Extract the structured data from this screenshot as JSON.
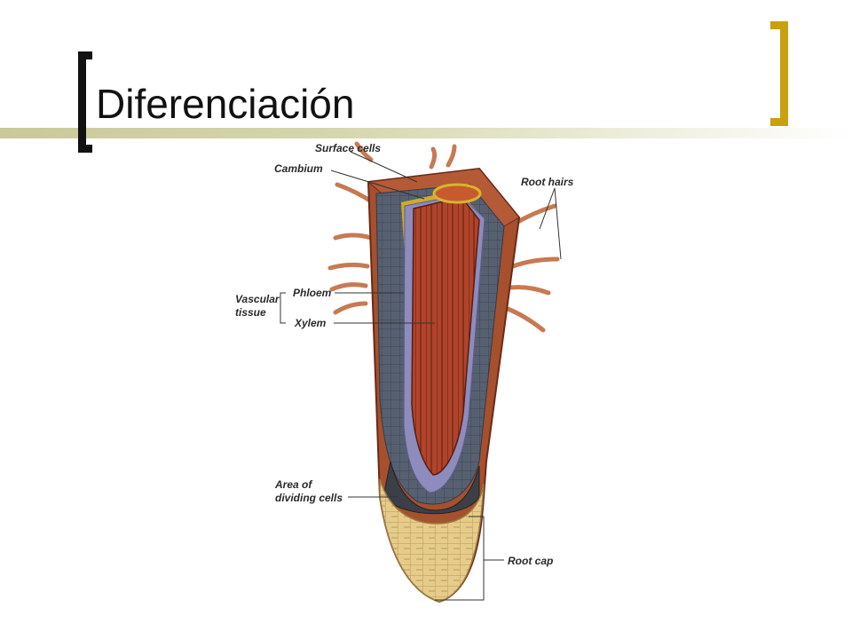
{
  "slide": {
    "title": "Diferenciación"
  },
  "diagram": {
    "labels": {
      "surface_cells": "Surface cells",
      "cambium": "Cambium",
      "root_hairs": "Root hairs",
      "vascular_tissue_line1": "Vascular",
      "vascular_tissue_line2": "tissue",
      "phloem": "Phloem",
      "xylem": "Xylem",
      "area_line1": "Area of",
      "area_line2": "dividing cells",
      "root_cap": "Root cap"
    },
    "colors": {
      "accent_bracket": "#caa010",
      "title_bar": "#c9c99a",
      "root_surface": "#a8502e",
      "cortex": "#5a6470",
      "xylem": "#b6482a",
      "phloem": "#8a88b8",
      "root_cap": "#e8cf8e"
    }
  }
}
